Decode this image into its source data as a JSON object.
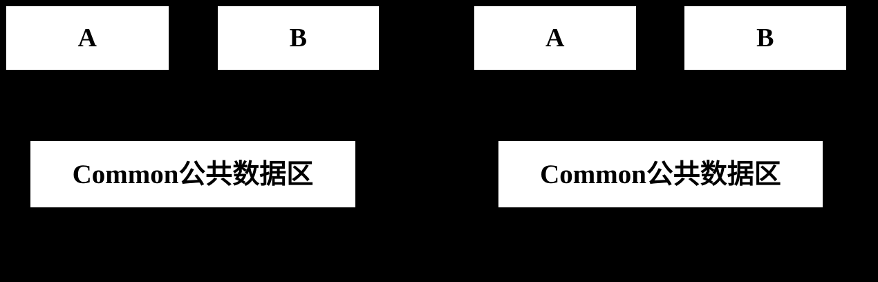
{
  "diagram": {
    "background_color": "#000000",
    "node_fill_color": "#ffffff",
    "node_text_color": "#000000",
    "groups": [
      {
        "id": "left",
        "modules": [
          {
            "id": "left-module-a",
            "label": "A"
          },
          {
            "id": "left-module-b",
            "label": "B"
          }
        ],
        "common": {
          "id": "left-common",
          "label": "Common公共数据区"
        }
      },
      {
        "id": "right",
        "modules": [
          {
            "id": "right-module-a",
            "label": "A"
          },
          {
            "id": "right-module-b",
            "label": "B"
          }
        ],
        "common": {
          "id": "right-common",
          "label": "Common公共数据区"
        }
      }
    ]
  }
}
